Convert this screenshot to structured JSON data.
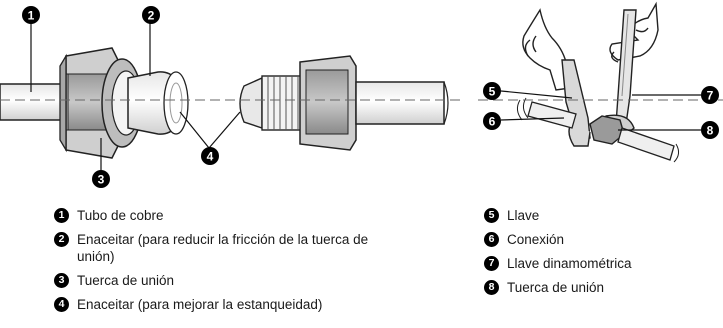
{
  "figure_left": {
    "callouts": [
      "1",
      "2",
      "3",
      "4"
    ]
  },
  "figure_right": {
    "callouts": [
      "5",
      "6",
      "7",
      "8"
    ]
  },
  "legend_left": [
    {
      "num": "1",
      "text": "Tubo de cobre"
    },
    {
      "num": "2",
      "text": "Enaceitar (para reducir la fricción de la tuerca de unión)"
    },
    {
      "num": "3",
      "text": "Tuerca de unión"
    },
    {
      "num": "4",
      "text": "Enaceitar (para mejorar la estanqueidad)"
    }
  ],
  "legend_right": [
    {
      "num": "5",
      "text": "Llave"
    },
    {
      "num": "6",
      "text": "Conexión"
    },
    {
      "num": "7",
      "text": "Llave dinamométrica"
    },
    {
      "num": "8",
      "text": "Tuerca de unión"
    }
  ]
}
